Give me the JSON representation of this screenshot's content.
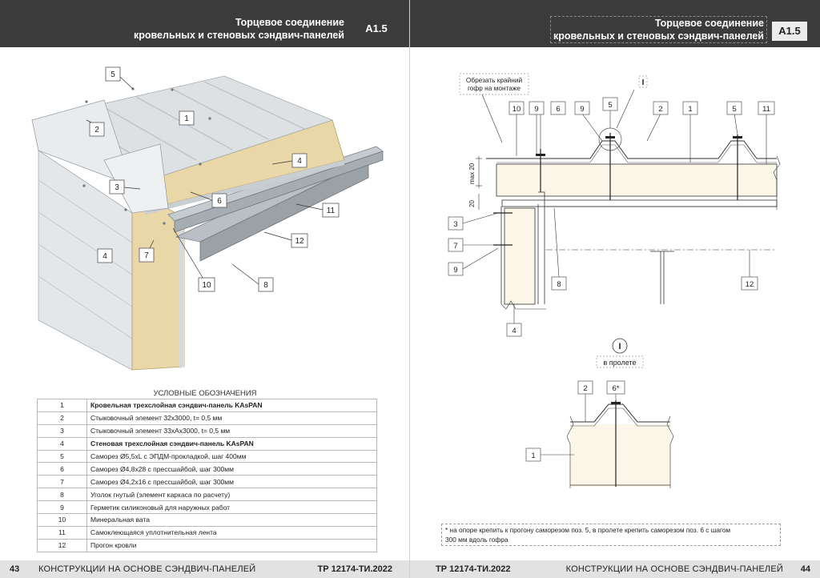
{
  "left_page": {
    "header": {
      "title_line1": "Торцевое соединение",
      "title_line2": "кровельных и стеновых сэндвич-панелей",
      "code": "А1.5"
    },
    "callouts": [
      "5",
      "2",
      "1",
      "3",
      "4",
      "6",
      "11",
      "12",
      "4",
      "7",
      "10",
      "8"
    ],
    "legend": {
      "title": "УСЛОВНЫЕ ОБОЗНАЧЕНИЯ",
      "rows": [
        {
          "n": "1",
          "text": "Кровельная трехслойная сэндвич-панель KAsPAN",
          "bold": true
        },
        {
          "n": "2",
          "text": "Стыковочный элемент  32х3000, t= 0,5 мм",
          "bold": false
        },
        {
          "n": "3",
          "text": "Стыковочный элемент 33хАх3000, t= 0,5 мм",
          "bold": false
        },
        {
          "n": "4",
          "text": "Стеновая трехслойная сэндвич-панель KAsPAN",
          "bold": true
        },
        {
          "n": "5",
          "text": "Саморез Ø5,5хL с ЭПДМ-прокладкой, шаг 400мм",
          "bold": false
        },
        {
          "n": "6",
          "text": "Саморез Ø4,8х28 с прессшайбой, шаг 300мм",
          "bold": false
        },
        {
          "n": "7",
          "text": "Саморез Ø4,2х16 с прессшайбой, шаг 300мм",
          "bold": false
        },
        {
          "n": "8",
          "text": "Уголок гнутый  (элемент каркаса по расчету)",
          "bold": false
        },
        {
          "n": "9",
          "text": "Герметик силиконовый для наружных работ",
          "bold": false
        },
        {
          "n": "10",
          "text": "Минеральная вата",
          "bold": false
        },
        {
          "n": "11",
          "text": "Самоклеющаяся уплотнительная лента",
          "bold": false
        },
        {
          "n": "12",
          "text": "Прогон кровли",
          "bold": false
        }
      ]
    },
    "footer": {
      "page_number": "43",
      "title": "КОНСТРУКЦИИ НА ОСНОВЕ СЭНДВИЧ-ПАНЕЛЕЙ",
      "code": "ТР 12174-ТИ.2022"
    }
  },
  "right_page": {
    "header": {
      "title_line1": "Торцевое соединение",
      "title_line2": "кровельных и стеновых сэндвич-панелей",
      "code": "А1.5"
    },
    "drawing": {
      "cut_note_line1": "Обрезать крайний",
      "cut_note_line2": "гофр на монтаже",
      "section_mark": "I",
      "dim_max": "max 20",
      "dim_20": "20",
      "top_callouts": [
        "10",
        "9",
        "6",
        "9",
        "5",
        "2",
        "1",
        "5",
        "11"
      ],
      "left_callouts": [
        "3",
        "7",
        "9"
      ],
      "bottom_callouts": [
        "8",
        "12",
        "4"
      ]
    },
    "detail": {
      "mark": "I",
      "caption": "в пролете",
      "callouts": [
        "2",
        "6*",
        "1"
      ]
    },
    "note": {
      "line1": "*  на опоре крепить к прогону саморезом поз. 5, в пролете крепить саморезом поз. 6 с шагом",
      "line2": "300 мм вдоль гофра"
    },
    "footer": {
      "page_number": "44",
      "title": "КОНСТРУКЦИИ НА ОСНОВЕ СЭНДВИЧ-ПАНЕЛЕЙ",
      "code": "ТР 12174-ТИ.2022"
    }
  },
  "colors": {
    "header_bg": "#3b3b3b",
    "footer_bg": "#e2e2e2",
    "insulation": "#e9d7a8",
    "metal": "#cfd3d6"
  }
}
